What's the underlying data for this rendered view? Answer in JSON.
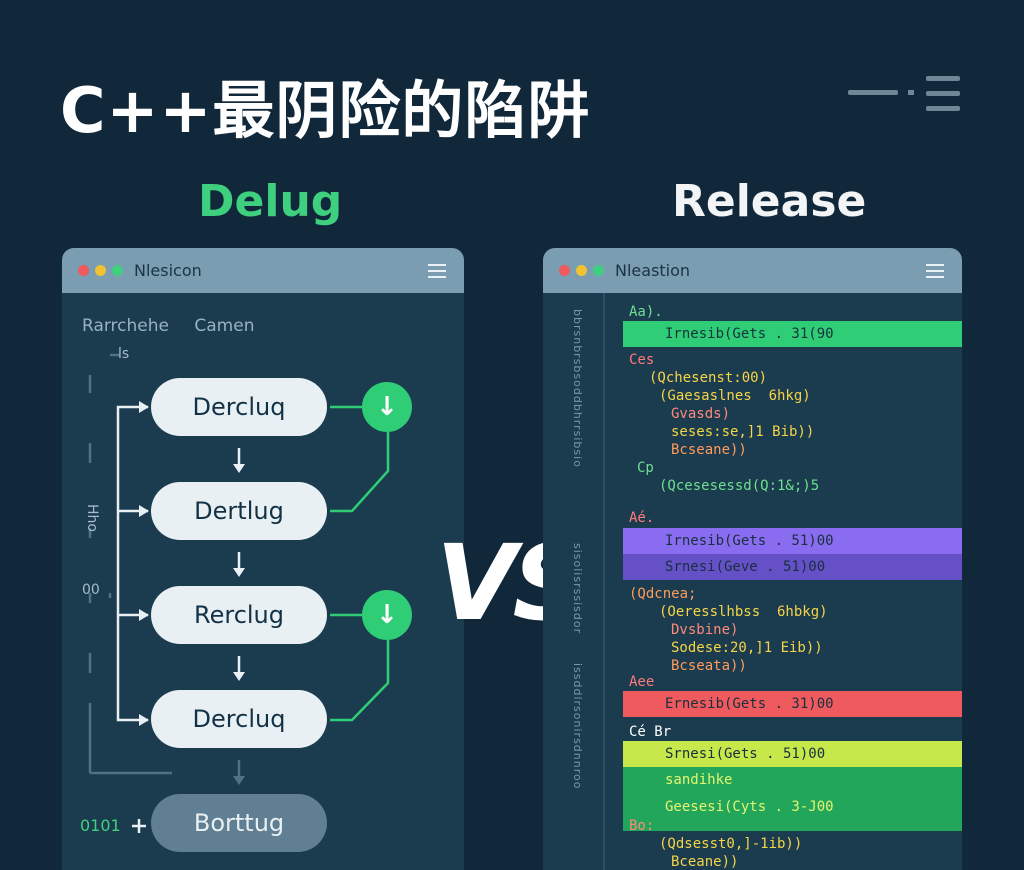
{
  "page": {
    "title": "C++最阴险的陷阱",
    "vs": "VS"
  },
  "colors": {
    "background": "#11283a",
    "green": "#2fce76",
    "purple": "#8a6cf0",
    "red": "#ef5a5f",
    "lime": "#c6e84b"
  },
  "debug": {
    "heading": "Delug",
    "window_title": "Nlesicon",
    "subheader": [
      "Rarrchehe",
      "Camen"
    ],
    "nodes": [
      "Dercluq",
      "Dertlug",
      "Rerclug",
      "Dercluq",
      "Borttug"
    ],
    "side_labels": {
      "top": "ls",
      "middle": "Hho",
      "lower": "00",
      "bottom": "0101"
    },
    "check_icons": [
      "check-down-icon",
      "check-down-icon"
    ]
  },
  "release": {
    "heading": "Release",
    "window_title": "Nleastion",
    "gutter_text": [
      "bbrsnbrsbsoddbhrrsibsio",
      "sisolisrssisdor",
      "issddlrsonirsdnnroo"
    ],
    "code_lines": [
      "Aa).",
      "Irnesib(Gets . 31(90",
      "Ces",
      "(Qchesenst:00)",
      "(Gaesaslnes  6hkg)",
      "Gvasds)",
      "seses:se,]1 Bib))",
      "Bcseane))",
      "Cp",
      "(Qcesesessd(Q:1&;)5",
      "Aé.",
      "Irnesib(Gets . 51)00",
      "Srnesi(Geve . 51)00",
      "(Qdcnea;",
      "(Oeresslhbss  6hbkg)",
      "Dvsbine)",
      "Sodese:20,]1 Eib))",
      "Bcseata))",
      "Aee",
      "Ernesib(Gets . 31)00",
      "Cé Br",
      "Srnesi(Gets . 51)00",
      "sandihke",
      "Geesesi(Cyts . 3-J00",
      "Bo:",
      "(Qdsesst0,]-1ib))",
      "Bceane))"
    ]
  }
}
